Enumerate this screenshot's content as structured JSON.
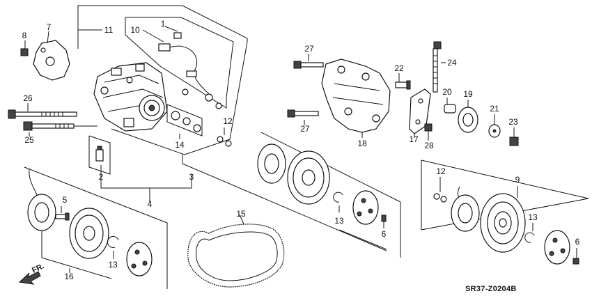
{
  "diagram": {
    "code": "SR37-Z0204B",
    "direction_label": "FR.",
    "callouts": [
      "1",
      "2",
      "3",
      "4",
      "5",
      "6",
      "6",
      "7",
      "8",
      "9",
      "10",
      "11",
      "12",
      "12",
      "13",
      "13",
      "13",
      "14",
      "15",
      "16",
      "17",
      "18",
      "19",
      "20",
      "21",
      "22",
      "23",
      "24",
      "25",
      "26",
      "27",
      "27",
      "28"
    ]
  }
}
